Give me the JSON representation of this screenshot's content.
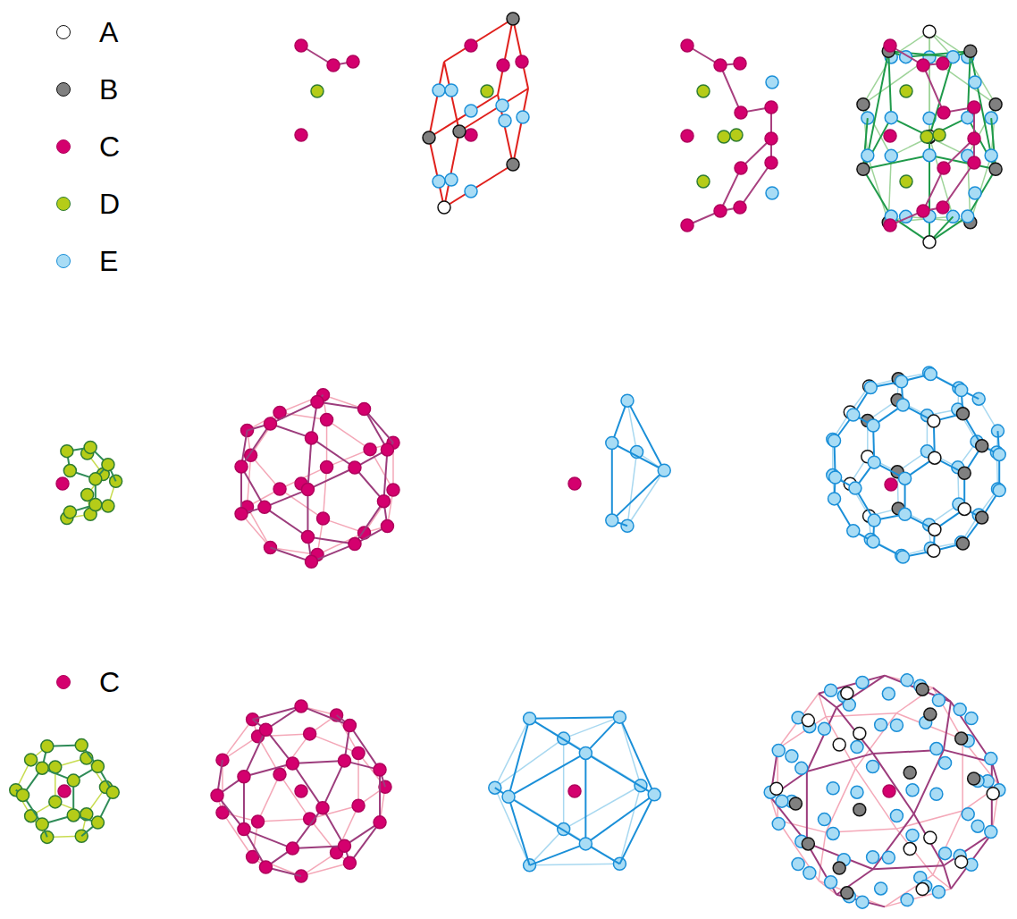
{
  "diagram": {
    "legend": [
      {
        "text": "A",
        "color": "#ffffff"
      },
      {
        "text": "B",
        "color": "#808080"
      },
      {
        "text": "C",
        "color": "#d4006e"
      },
      {
        "text": "D",
        "color": "#b5cc18"
      },
      {
        "text": "E",
        "color": "#a8dcf5"
      },
      {
        "text": "C",
        "color": "#d4006e"
      }
    ]
  }
}
